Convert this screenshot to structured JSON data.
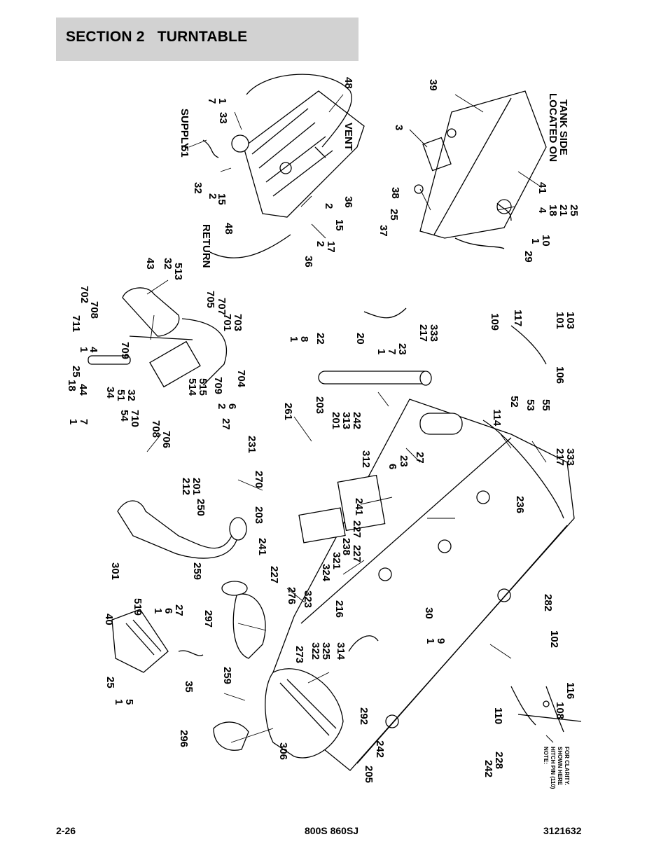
{
  "header": {
    "title": "SECTION 2   TURNTABLE"
  },
  "footer": {
    "page": "2-26",
    "model": "800S 860SJ",
    "doc_number": "3121632"
  },
  "diagram": {
    "callouts": {
      "supply": "SUPPLY",
      "return": "RETURN",
      "vent": "VENT",
      "located": "LOCATED ON",
      "tank_side": "TANK SIDE",
      "c48a": "48",
      "c33": "33",
      "c1a": "1",
      "c7a": "7",
      "c51a": "51",
      "c32a": "32",
      "c2a": "2",
      "c15a": "15",
      "c36a": "36",
      "c2b": "2",
      "c15b": "15",
      "c48b": "48",
      "c36b": "36",
      "c2c": "2",
      "c17": "17",
      "c39": "39",
      "c3": "3",
      "c38": "38",
      "c25a": "25",
      "c37": "37",
      "c41": "41",
      "c4a": "4",
      "c18a": "18",
      "c21": "21",
      "c25b": "25",
      "c1b": "1",
      "c10": "10",
      "c29": "29",
      "c43": "43",
      "c32b": "32",
      "c513": "513",
      "c702": "702",
      "c708a": "708",
      "c711": "711",
      "c705": "705",
      "c707": "707",
      "c701": "701",
      "c703": "703",
      "c1c": "1",
      "c4b": "4",
      "c709a": "709",
      "c25c": "25",
      "c18b": "18",
      "c44": "44",
      "c1d": "1",
      "c7b": "7",
      "c34": "34",
      "c51b": "51",
      "c32c": "32",
      "c54": "54",
      "c710": "710",
      "c514": "514",
      "c515": "515",
      "c709b": "709",
      "c704": "704",
      "c2d": "2",
      "c6a": "6",
      "c27a": "27",
      "c708b": "708",
      "c706": "706",
      "c1e": "1",
      "c8": "8",
      "c22": "22",
      "c20": "20",
      "c1f": "1",
      "c7c": "7",
      "c23a": "23",
      "c217a": "217",
      "c333a": "333",
      "c109": "109",
      "c117": "117",
      "c101": "101",
      "c103": "103",
      "c106": "106",
      "c52": "52",
      "c53": "53",
      "c55": "55",
      "c114": "114",
      "c217b": "217",
      "c333b": "333",
      "c231": "231",
      "c261": "261",
      "c203a": "203",
      "c201a": "201",
      "c313": "313",
      "c242a": "242",
      "c270": "270",
      "c312": "312",
      "c6b": "6",
      "c23b": "23",
      "c27b": "27",
      "c212": "212",
      "c201b": "201",
      "c250": "250",
      "c203b": "203",
      "c241a": "241",
      "c227a": "227",
      "c241b": "241",
      "c238": "238",
      "c227b": "227",
      "c227c": "227",
      "c321": "321",
      "c324": "324",
      "c276": "276",
      "c323": "323",
      "c301": "301",
      "c259a": "259",
      "c236": "236",
      "c282": "282",
      "c40": "40",
      "c519": "519",
      "c1g": "1",
      "c6c": "6",
      "c27c": "27",
      "c297": "297",
      "c216": "216",
      "c30": "30",
      "c1h": "1",
      "c9": "9",
      "c25d": "25",
      "c1i": "1",
      "c5": "5",
      "c35": "35",
      "c259b": "259",
      "c273": "273",
      "c322": "322",
      "c325": "325",
      "c314": "314",
      "c102": "102",
      "c296": "296",
      "c292": "292",
      "c116": "116",
      "c108": "108",
      "c110": "110",
      "c306": "306",
      "c242b": "242",
      "c205": "205",
      "c228": "228",
      "c242c": "242",
      "note1": "NOTE:",
      "note2": "HITCH PIN (110)",
      "note3": "SHOWN HERE",
      "note4": "FOR CLARITY."
    }
  }
}
